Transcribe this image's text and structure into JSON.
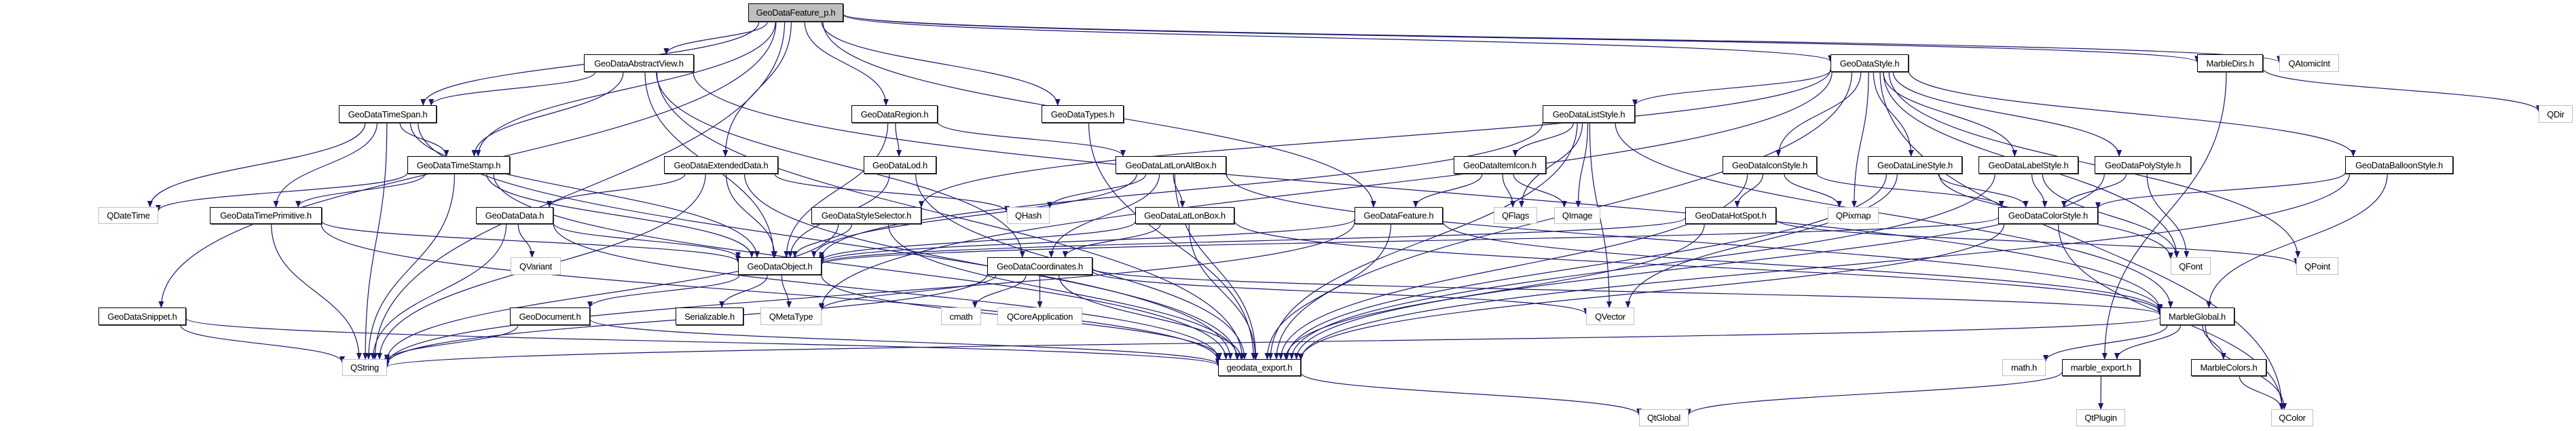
{
  "title": "GeoDataFeature_p.h include dependency graph",
  "colors": {
    "edge": "#191970",
    "root_fill": "#bfbfbf",
    "internal_border": "#000000",
    "external_border": "#bfbfbf"
  },
  "nodes": [
    {
      "id": "GeoDataFeature_p.h",
      "kind": "root"
    },
    {
      "id": "GeoDataAbstractView.h",
      "kind": "internal"
    },
    {
      "id": "GeoDataTimeSpan.h",
      "kind": "internal"
    },
    {
      "id": "GeoDataTimeStamp.h",
      "kind": "internal"
    },
    {
      "id": "GeoDataExtendedData.h",
      "kind": "internal"
    },
    {
      "id": "QDateTime",
      "kind": "external"
    },
    {
      "id": "GeoDataTimePrimitive.h",
      "kind": "internal"
    },
    {
      "id": "GeoDataData.h",
      "kind": "internal"
    },
    {
      "id": "QVariant",
      "kind": "external"
    },
    {
      "id": "GeoDataSnippet.h",
      "kind": "internal"
    },
    {
      "id": "GeoDocument.h",
      "kind": "internal"
    },
    {
      "id": "QString",
      "kind": "external"
    },
    {
      "id": "GeoDataStyleSelector.h",
      "kind": "internal"
    },
    {
      "id": "QHash",
      "kind": "external"
    },
    {
      "id": "GeoDataLatLonBox.h",
      "kind": "internal"
    },
    {
      "id": "GeoDataObject.h",
      "kind": "internal"
    },
    {
      "id": "GeoDataCoordinates.h",
      "kind": "internal"
    },
    {
      "id": "Serializable.h",
      "kind": "internal"
    },
    {
      "id": "QMetaType",
      "kind": "external"
    },
    {
      "id": "cmath",
      "kind": "external"
    },
    {
      "id": "QCoreApplication",
      "kind": "external"
    },
    {
      "id": "geodata_export.h",
      "kind": "internal"
    },
    {
      "id": "GeoDataRegion.h",
      "kind": "internal"
    },
    {
      "id": "GeoDataTypes.h",
      "kind": "internal"
    },
    {
      "id": "GeoDataLod.h",
      "kind": "internal"
    },
    {
      "id": "GeoDataLatLonAltBox.h",
      "kind": "internal"
    },
    {
      "id": "GeoDataStyle.h",
      "kind": "internal"
    },
    {
      "id": "GeoDataListStyle.h",
      "kind": "internal"
    },
    {
      "id": "GeoDataItemIcon.h",
      "kind": "internal"
    },
    {
      "id": "GeoDataIconStyle.h",
      "kind": "internal"
    },
    {
      "id": "GeoDataLineStyle.h",
      "kind": "internal"
    },
    {
      "id": "GeoDataFeature.h",
      "kind": "internal"
    },
    {
      "id": "QFlags",
      "kind": "external"
    },
    {
      "id": "QImage",
      "kind": "external"
    },
    {
      "id": "GeoDataHotSpot.h",
      "kind": "internal"
    },
    {
      "id": "QPixmap",
      "kind": "external"
    },
    {
      "id": "QVector",
      "kind": "external"
    },
    {
      "id": "QtGlobal",
      "kind": "external"
    },
    {
      "id": "MarbleDirs.h",
      "kind": "internal"
    },
    {
      "id": "QAtomicInt",
      "kind": "external"
    },
    {
      "id": "QDir",
      "kind": "external"
    },
    {
      "id": "GeoDataLabelStyle.h",
      "kind": "internal"
    },
    {
      "id": "GeoDataPolyStyle.h",
      "kind": "internal"
    },
    {
      "id": "GeoDataBalloonStyle.h",
      "kind": "internal"
    },
    {
      "id": "GeoDataColorStyle.h",
      "kind": "internal"
    },
    {
      "id": "QFont",
      "kind": "external"
    },
    {
      "id": "QPoint",
      "kind": "external"
    },
    {
      "id": "MarbleGlobal.h",
      "kind": "internal"
    },
    {
      "id": "math.h",
      "kind": "external"
    },
    {
      "id": "marble_export.h",
      "kind": "internal"
    },
    {
      "id": "MarbleColors.h",
      "kind": "internal"
    },
    {
      "id": "QtPlugin",
      "kind": "external"
    },
    {
      "id": "QColor",
      "kind": "external"
    }
  ],
  "edges": [
    [
      "GeoDataFeature_p.h",
      "GeoDataAbstractView.h"
    ],
    [
      "GeoDataFeature_p.h",
      "GeoDataTimeSpan.h"
    ],
    [
      "GeoDataFeature_p.h",
      "GeoDataTimeStamp.h"
    ],
    [
      "GeoDataFeature_p.h",
      "GeoDataExtendedData.h"
    ],
    [
      "GeoDataFeature_p.h",
      "GeoDataRegion.h"
    ],
    [
      "GeoDataFeature_p.h",
      "GeoDataTypes.h"
    ],
    [
      "GeoDataFeature_p.h",
      "GeoDataStyle.h"
    ],
    [
      "GeoDataFeature_p.h",
      "GeoDataFeature.h"
    ],
    [
      "GeoDataFeature_p.h",
      "MarbleDirs.h"
    ],
    [
      "GeoDataFeature_p.h",
      "QAtomicInt"
    ],
    [
      "GeoDataFeature_p.h",
      "GeoDataSnippet.h"
    ],
    [
      "GeoDataFeature_p.h",
      "QString"
    ],
    [
      "GeoDataAbstractView.h",
      "GeoDataTimeSpan.h"
    ],
    [
      "GeoDataAbstractView.h",
      "GeoDataTimeStamp.h"
    ],
    [
      "GeoDataAbstractView.h",
      "GeoDataObject.h"
    ],
    [
      "GeoDataAbstractView.h",
      "GeoDataCoordinates.h"
    ],
    [
      "GeoDataAbstractView.h",
      "MarbleGlobal.h"
    ],
    [
      "GeoDataAbstractView.h",
      "geodata_export.h"
    ],
    [
      "GeoDataTimeSpan.h",
      "GeoDataTimeStamp.h"
    ],
    [
      "GeoDataTimeSpan.h",
      "QDateTime"
    ],
    [
      "GeoDataTimeSpan.h",
      "GeoDataTimePrimitive.h"
    ],
    [
      "GeoDataTimeSpan.h",
      "GeoDataObject.h"
    ],
    [
      "GeoDataTimeSpan.h",
      "geodata_export.h"
    ],
    [
      "GeoDataTimeSpan.h",
      "QString"
    ],
    [
      "GeoDataTimeStamp.h",
      "QDateTime"
    ],
    [
      "GeoDataTimeStamp.h",
      "GeoDataTimePrimitive.h"
    ],
    [
      "GeoDataTimeStamp.h",
      "GeoDataObject.h"
    ],
    [
      "GeoDataTimeStamp.h",
      "geodata_export.h"
    ],
    [
      "GeoDataTimeStamp.h",
      "QString"
    ],
    [
      "GeoDataTimePrimitive.h",
      "GeoDataObject.h"
    ],
    [
      "GeoDataTimePrimitive.h",
      "geodata_export.h"
    ],
    [
      "GeoDataTimePrimitive.h",
      "QString"
    ],
    [
      "GeoDataExtendedData.h",
      "GeoDataData.h"
    ],
    [
      "GeoDataExtendedData.h",
      "GeoDataObject.h"
    ],
    [
      "GeoDataExtendedData.h",
      "QHash"
    ],
    [
      "GeoDataExtendedData.h",
      "QString"
    ],
    [
      "GeoDataExtendedData.h",
      "geodata_export.h"
    ],
    [
      "GeoDataData.h",
      "QVariant"
    ],
    [
      "GeoDataData.h",
      "GeoDataObject.h"
    ],
    [
      "GeoDataData.h",
      "QString"
    ],
    [
      "GeoDataData.h",
      "geodata_export.h"
    ],
    [
      "GeoDataSnippet.h",
      "QString"
    ],
    [
      "GeoDataSnippet.h",
      "geodata_export.h"
    ],
    [
      "GeoDocument.h",
      "QString"
    ],
    [
      "GeoDocument.h",
      "geodata_export.h"
    ],
    [
      "GeoDataObject.h",
      "GeoDocument.h"
    ],
    [
      "GeoDataObject.h",
      "Serializable.h"
    ],
    [
      "GeoDataObject.h",
      "QMetaType"
    ],
    [
      "GeoDataObject.h",
      "geodata_export.h"
    ],
    [
      "GeoDataRegion.h",
      "GeoDataLod.h"
    ],
    [
      "GeoDataRegion.h",
      "GeoDataLatLonAltBox.h"
    ],
    [
      "GeoDataRegion.h",
      "GeoDataObject.h"
    ],
    [
      "GeoDataLod.h",
      "GeoDataObject.h"
    ],
    [
      "GeoDataLod.h",
      "geodata_export.h"
    ],
    [
      "GeoDataTypes.h",
      "geodata_export.h"
    ],
    [
      "GeoDataLatLonAltBox.h",
      "GeoDataLatLonBox.h"
    ],
    [
      "GeoDataLatLonAltBox.h",
      "QHash"
    ],
    [
      "GeoDataLatLonAltBox.h",
      "GeoDataCoordinates.h"
    ],
    [
      "GeoDataLatLonAltBox.h",
      "GeoDataObject.h"
    ],
    [
      "GeoDataLatLonAltBox.h",
      "MarbleGlobal.h"
    ],
    [
      "GeoDataLatLonAltBox.h",
      "geodata_export.h"
    ],
    [
      "GeoDataLatLonBox.h",
      "GeoDataCoordinates.h"
    ],
    [
      "GeoDataLatLonBox.h",
      "GeoDataObject.h"
    ],
    [
      "GeoDataLatLonBox.h",
      "MarbleGlobal.h"
    ],
    [
      "GeoDataLatLonBox.h",
      "geodata_export.h"
    ],
    [
      "GeoDataCoordinates.h",
      "QMetaType"
    ],
    [
      "GeoDataCoordinates.h",
      "cmath"
    ],
    [
      "GeoDataCoordinates.h",
      "QCoreApplication"
    ],
    [
      "GeoDataCoordinates.h",
      "QVector"
    ],
    [
      "GeoDataCoordinates.h",
      "MarbleGlobal.h"
    ],
    [
      "GeoDataCoordinates.h",
      "geodata_export.h"
    ],
    [
      "GeoDataCoordinates.h",
      "QString"
    ],
    [
      "GeoDataStyleSelector.h",
      "GeoDataObject.h"
    ],
    [
      "GeoDataStyleSelector.h",
      "QString"
    ],
    [
      "GeoDataStyleSelector.h",
      "geodata_export.h"
    ],
    [
      "GeoDataStyle.h",
      "GeoDataListStyle.h"
    ],
    [
      "GeoDataStyle.h",
      "GeoDataIconStyle.h"
    ],
    [
      "GeoDataStyle.h",
      "GeoDataLineStyle.h"
    ],
    [
      "GeoDataStyle.h",
      "GeoDataLabelStyle.h"
    ],
    [
      "GeoDataStyle.h",
      "GeoDataPolyStyle.h"
    ],
    [
      "GeoDataStyle.h",
      "GeoDataBalloonStyle.h"
    ],
    [
      "GeoDataStyle.h",
      "GeoDataStyleSelector.h"
    ],
    [
      "GeoDataStyle.h",
      "QPixmap"
    ],
    [
      "GeoDataStyle.h",
      "QFont"
    ],
    [
      "GeoDataStyle.h",
      "QPoint"
    ],
    [
      "GeoDataStyle.h",
      "QColor"
    ],
    [
      "GeoDataStyle.h",
      "QMetaType"
    ],
    [
      "GeoDataStyle.h",
      "geodata_export.h"
    ],
    [
      "GeoDataListStyle.h",
      "GeoDataItemIcon.h"
    ],
    [
      "GeoDataListStyle.h",
      "QFlags"
    ],
    [
      "GeoDataListStyle.h",
      "QImage"
    ],
    [
      "GeoDataListStyle.h",
      "QVector"
    ],
    [
      "GeoDataListStyle.h",
      "GeoDataObject.h"
    ],
    [
      "GeoDataListStyle.h",
      "MarbleGlobal.h"
    ],
    [
      "GeoDataListStyle.h",
      "geodata_export.h"
    ],
    [
      "GeoDataItemIcon.h",
      "GeoDataFeature.h"
    ],
    [
      "GeoDataItemIcon.h",
      "QFlags"
    ],
    [
      "GeoDataItemIcon.h",
      "QImage"
    ],
    [
      "GeoDataFeature.h",
      "GeoDataObject.h"
    ],
    [
      "GeoDataFeature.h",
      "MarbleGlobal.h"
    ],
    [
      "GeoDataFeature.h",
      "QString"
    ],
    [
      "GeoDataFeature.h",
      "geodata_export.h"
    ],
    [
      "GeoDataIconStyle.h",
      "GeoDataHotSpot.h"
    ],
    [
      "GeoDataIconStyle.h",
      "QPixmap"
    ],
    [
      "GeoDataIconStyle.h",
      "GeoDataColorStyle.h"
    ],
    [
      "GeoDataIconStyle.h",
      "geodata_export.h"
    ],
    [
      "GeoDataHotSpot.h",
      "GeoDataObject.h"
    ],
    [
      "GeoDataHotSpot.h",
      "QPoint"
    ],
    [
      "GeoDataHotSpot.h",
      "geodata_export.h"
    ],
    [
      "GeoDataLineStyle.h",
      "GeoDataColorStyle.h"
    ],
    [
      "GeoDataLineStyle.h",
      "QVector"
    ],
    [
      "GeoDataLineStyle.h",
      "QFont"
    ],
    [
      "GeoDataLineStyle.h",
      "geodata_export.h"
    ],
    [
      "GeoDataLabelStyle.h",
      "GeoDataColorStyle.h"
    ],
    [
      "GeoDataLabelStyle.h",
      "QFont"
    ],
    [
      "GeoDataLabelStyle.h",
      "geodata_export.h"
    ],
    [
      "GeoDataPolyStyle.h",
      "GeoDataColorStyle.h"
    ],
    [
      "GeoDataPolyStyle.h",
      "QFont"
    ],
    [
      "GeoDataPolyStyle.h",
      "geodata_export.h"
    ],
    [
      "GeoDataBalloonStyle.h",
      "GeoDataColorStyle.h"
    ],
    [
      "GeoDataBalloonStyle.h",
      "MarbleGlobal.h"
    ],
    [
      "GeoDataBalloonStyle.h",
      "geodata_export.h"
    ],
    [
      "GeoDataColorStyle.h",
      "GeoDataObject.h"
    ],
    [
      "GeoDataColorStyle.h",
      "QColor"
    ],
    [
      "GeoDataColorStyle.h",
      "geodata_export.h"
    ],
    [
      "MarbleDirs.h",
      "QDir"
    ],
    [
      "MarbleDirs.h",
      "marble_export.h"
    ],
    [
      "MarbleGlobal.h",
      "math.h"
    ],
    [
      "MarbleGlobal.h",
      "marble_export.h"
    ],
    [
      "MarbleGlobal.h",
      "MarbleColors.h"
    ],
    [
      "MarbleGlobal.h",
      "QColor"
    ],
    [
      "MarbleGlobal.h",
      "QString"
    ],
    [
      "marble_export.h",
      "QtPlugin"
    ],
    [
      "marble_export.h",
      "QtGlobal"
    ],
    [
      "MarbleColors.h",
      "QColor"
    ],
    [
      "geodata_export.h",
      "QtGlobal"
    ]
  ]
}
